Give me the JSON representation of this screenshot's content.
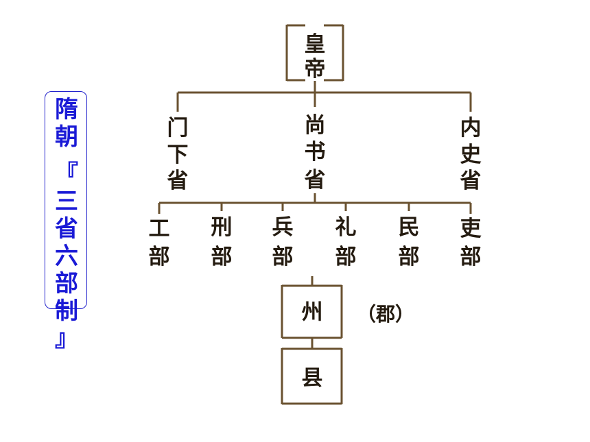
{
  "title": {
    "dynasty": [
      "隋",
      "朝"
    ],
    "system": [
      "『",
      "三",
      "省",
      "六",
      "部",
      "制",
      "』"
    ]
  },
  "emperor": [
    "皇",
    "帝"
  ],
  "three_departments": {
    "menxia": [
      "门",
      "下",
      "省"
    ],
    "shangshu": [
      "尚",
      "书",
      "省"
    ],
    "neishi": [
      "内",
      "史",
      "省"
    ]
  },
  "six_ministries": {
    "gong": [
      "工",
      "部"
    ],
    "xing": [
      "刑",
      "部"
    ],
    "bing": [
      "兵",
      "部"
    ],
    "li": [
      "礼",
      "部"
    ],
    "min": [
      "民",
      "部"
    ],
    "li_personnel": [
      "吏",
      "部"
    ]
  },
  "prefecture": "州",
  "prefecture_note": "（郡）",
  "county": "县",
  "colors": {
    "line": "#6a5230",
    "line_light": "#d9cdb5",
    "title_blue": "#1a1ad6"
  }
}
